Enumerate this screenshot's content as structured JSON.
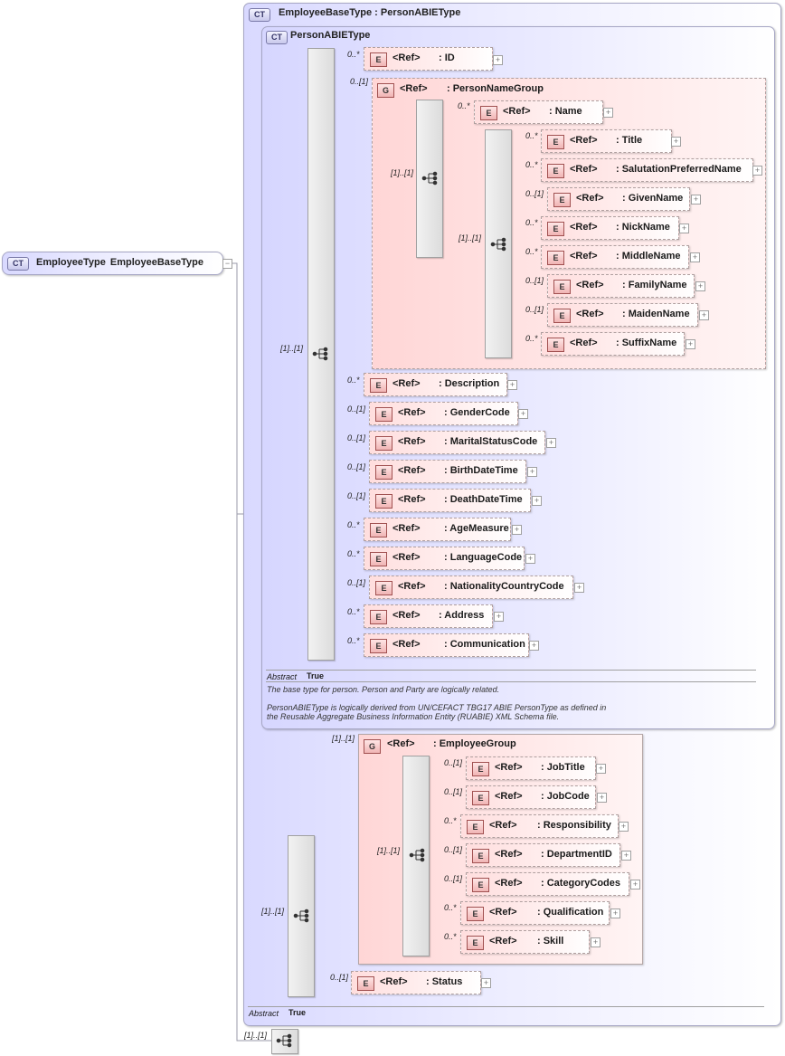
{
  "root": {
    "badge": "CT",
    "name": "EmployeeType",
    "base": "EmployeeBaseType"
  },
  "employee_base": {
    "badge": "CT",
    "name": "EmployeeBaseType",
    "base": "PersonABIEType",
    "abstract_label": "Abstract",
    "abstract_value": "True"
  },
  "person_abie": {
    "badge": "CT",
    "name": "PersonABIEType",
    "abstract_label": "Abstract",
    "abstract_value": "True",
    "doc_line1": "The base type for person. Person and Party are logically related.",
    "doc_line2": "PersonABIEType is logically derived from UN/CEFACT TBG17 ABIE PersonType as defined in",
    "doc_line3": "the Reusable Aggregate Business Information Entity (RUABIE) XML Schema file."
  },
  "cardinality": {
    "seq_main": "[1]..[1]",
    "seq_name_group": "[1]..[1]",
    "seq_name_parts": "[1]..[1]",
    "seq_employee": "[1]..[1]",
    "seq_employee_group": "[1]..[1]",
    "seq_bottom": "[1]..[1]",
    "person_name_group": "0..[1]",
    "employee_group": "[1]..[1]"
  },
  "person_name_group": {
    "badge": "G",
    "ref": "<Ref>",
    "name": ": PersonNameGroup"
  },
  "employee_group": {
    "badge": "G",
    "ref": "<Ref>",
    "name": ": EmployeeGroup"
  },
  "elements": {
    "id": {
      "badge": "E",
      "ref": "<Ref>",
      "name": ": ID",
      "card": "0..*"
    },
    "name": {
      "badge": "E",
      "ref": "<Ref>",
      "name": ": Name",
      "card": "0..*"
    },
    "title": {
      "badge": "E",
      "ref": "<Ref>",
      "name": ": Title",
      "card": "0..*"
    },
    "salutation": {
      "badge": "E",
      "ref": "<Ref>",
      "name": ": SalutationPreferredName",
      "card": "0..*"
    },
    "given": {
      "badge": "E",
      "ref": "<Ref>",
      "name": ": GivenName",
      "card": "0..[1]"
    },
    "nick": {
      "badge": "E",
      "ref": "<Ref>",
      "name": ": NickName",
      "card": "0..*"
    },
    "middle": {
      "badge": "E",
      "ref": "<Ref>",
      "name": ": MiddleName",
      "card": "0..*"
    },
    "family": {
      "badge": "E",
      "ref": "<Ref>",
      "name": ": FamilyName",
      "card": "0..[1]"
    },
    "maiden": {
      "badge": "E",
      "ref": "<Ref>",
      "name": ": MaidenName",
      "card": "0..[1]"
    },
    "suffix": {
      "badge": "E",
      "ref": "<Ref>",
      "name": ": SuffixName",
      "card": "0..*"
    },
    "description": {
      "badge": "E",
      "ref": "<Ref>",
      "name": ": Description",
      "card": "0..*"
    },
    "gender": {
      "badge": "E",
      "ref": "<Ref>",
      "name": ": GenderCode",
      "card": "0..[1]"
    },
    "marital": {
      "badge": "E",
      "ref": "<Ref>",
      "name": ": MaritalStatusCode",
      "card": "0..[1]"
    },
    "birth": {
      "badge": "E",
      "ref": "<Ref>",
      "name": ": BirthDateTime",
      "card": "0..[1]"
    },
    "death": {
      "badge": "E",
      "ref": "<Ref>",
      "name": ": DeathDateTime",
      "card": "0..[1]"
    },
    "age": {
      "badge": "E",
      "ref": "<Ref>",
      "name": ": AgeMeasure",
      "card": "0..*"
    },
    "language": {
      "badge": "E",
      "ref": "<Ref>",
      "name": ": LanguageCode",
      "card": "0..*"
    },
    "nationality": {
      "badge": "E",
      "ref": "<Ref>",
      "name": ": NationalityCountryCode",
      "card": "0..[1]"
    },
    "address": {
      "badge": "E",
      "ref": "<Ref>",
      "name": ": Address",
      "card": "0..*"
    },
    "communication": {
      "badge": "E",
      "ref": "<Ref>",
      "name": ": Communication",
      "card": "0..*"
    },
    "jobtitle": {
      "badge": "E",
      "ref": "<Ref>",
      "name": ": JobTitle",
      "card": "0..[1]"
    },
    "jobcode": {
      "badge": "E",
      "ref": "<Ref>",
      "name": ": JobCode",
      "card": "0..[1]"
    },
    "responsibility": {
      "badge": "E",
      "ref": "<Ref>",
      "name": ": Responsibility",
      "card": "0..*"
    },
    "department": {
      "badge": "E",
      "ref": "<Ref>",
      "name": ": DepartmentID",
      "card": "0..[1]"
    },
    "category": {
      "badge": "E",
      "ref": "<Ref>",
      "name": ": CategoryCodes",
      "card": "0..[1]"
    },
    "qualification": {
      "badge": "E",
      "ref": "<Ref>",
      "name": ": Qualification",
      "card": "0..*"
    },
    "skill": {
      "badge": "E",
      "ref": "<Ref>",
      "name": ": Skill",
      "card": "0..*"
    },
    "status": {
      "badge": "E",
      "ref": "<Ref>",
      "name": ": Status",
      "card": "0..[1]"
    }
  }
}
